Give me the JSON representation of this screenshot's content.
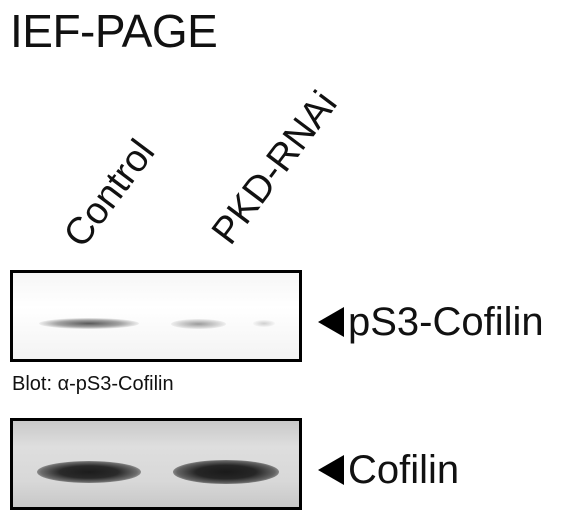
{
  "figure": {
    "title": "IEF-PAGE",
    "lanes": [
      "Control",
      "PKD-RNAi"
    ],
    "blots": [
      {
        "marker_label": "pS3-Cofilin",
        "caption": "Blot: α-pS3-Cofilin"
      },
      {
        "marker_label": "Cofilin",
        "caption": ""
      }
    ],
    "colors": {
      "band": "#1c1c1c",
      "border": "#000000"
    }
  }
}
